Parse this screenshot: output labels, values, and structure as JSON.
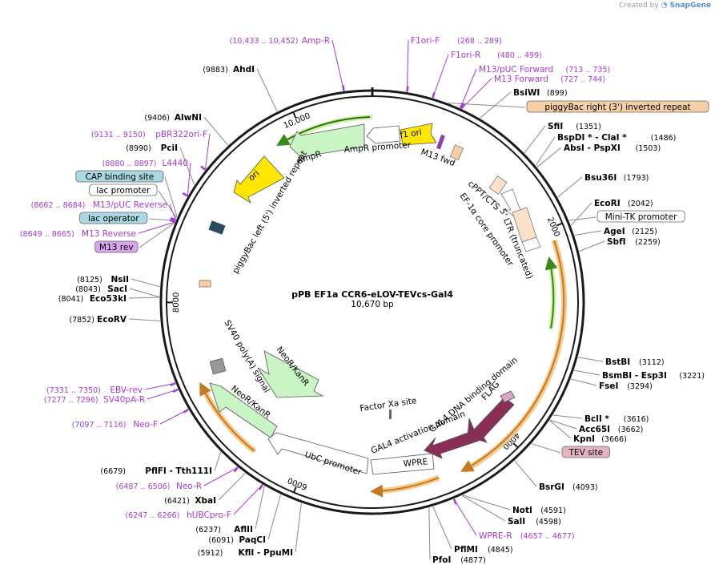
{
  "credit": {
    "prefix": "Created by",
    "brand": "SnapGene"
  },
  "plasmid": {
    "name": "pPB EF1a CCR6-eLOV-TEVcs-Gal4",
    "length_label": "10,670 bp",
    "length": 10670
  },
  "ticks": [
    {
      "bp": 2000,
      "label": "2000"
    },
    {
      "bp": 4000,
      "label": "4000"
    },
    {
      "bp": 6000,
      "label": "6000"
    },
    {
      "bp": 8000,
      "label": "8000"
    },
    {
      "bp": 10000,
      "label": "10,000"
    }
  ],
  "sites": [
    {
      "id": "ahdi",
      "name": "AhdI",
      "coord": "(9883)"
    },
    {
      "id": "alwni",
      "name": "AlwNI",
      "coord": "(9406)"
    },
    {
      "id": "pcii",
      "name": "PciI",
      "coord": "(8990)"
    },
    {
      "id": "nsii",
      "name": "NsiI",
      "coord": "(8125)"
    },
    {
      "id": "saci",
      "name": "SacI",
      "coord": "(8043)"
    },
    {
      "id": "eco53ki",
      "name": "Eco53kI",
      "coord": "(8041)"
    },
    {
      "id": "ecorv",
      "name": "EcoRV",
      "coord": "(7852)"
    },
    {
      "id": "pflfi",
      "name": "PflFI - Tth111I",
      "coord": "(6679)"
    },
    {
      "id": "xbai",
      "name": "XbaI",
      "coord": "(6421)"
    },
    {
      "id": "aflii",
      "name": "AflII",
      "coord": "(6237)"
    },
    {
      "id": "paqci",
      "name": "PaqCI",
      "coord": "(6091)"
    },
    {
      "id": "kfli",
      "name": "KflI - PpuMI",
      "coord": "(5912)"
    },
    {
      "id": "bsiwi",
      "name": "BsiWI",
      "coord": "(899)"
    },
    {
      "id": "sfii",
      "name": "SfiI",
      "coord": "(1351)"
    },
    {
      "id": "bspdi",
      "name": "BspDI * - ClaI *",
      "coord": "(1486)"
    },
    {
      "id": "absi",
      "name": "AbsI - PspXI",
      "coord": "(1503)"
    },
    {
      "id": "bsu36i",
      "name": "Bsu36I",
      "coord": "(1793)"
    },
    {
      "id": "ecori",
      "name": "EcoRI",
      "coord": "(2042)"
    },
    {
      "id": "agei",
      "name": "AgeI",
      "coord": "(2125)"
    },
    {
      "id": "sbfi",
      "name": "SbfI",
      "coord": "(2259)"
    },
    {
      "id": "bstbi",
      "name": "BstBI",
      "coord": "(3112)"
    },
    {
      "id": "bsmbi",
      "name": "BsmBI - Esp3I",
      "coord": "(3221)"
    },
    {
      "id": "fsei",
      "name": "FseI",
      "coord": "(3294)"
    },
    {
      "id": "bcli",
      "name": "BclI *",
      "coord": "(3616)"
    },
    {
      "id": "acc65i",
      "name": "Acc65I",
      "coord": "(3662)"
    },
    {
      "id": "kpni",
      "name": "KpnI",
      "coord": "(3666)"
    },
    {
      "id": "bsrgi",
      "name": "BsrGI",
      "coord": "(4093)"
    },
    {
      "id": "noti",
      "name": "NotI",
      "coord": "(4591)"
    },
    {
      "id": "sali",
      "name": "SalI",
      "coord": "(4598)"
    },
    {
      "id": "pflmi",
      "name": "PflMI",
      "coord": "(4845)"
    },
    {
      "id": "pfoi",
      "name": "PfoI",
      "coord": "(4877)"
    }
  ],
  "primers": [
    {
      "id": "ampr-primer",
      "name": "Amp-R",
      "coord": "(10,433 .. 10,452)"
    },
    {
      "id": "f1ori-f",
      "name": "F1ori-F",
      "coord": "(268 .. 289)"
    },
    {
      "id": "f1ori-r",
      "name": "F1ori-R",
      "coord": "(480 .. 499)"
    },
    {
      "id": "m13puc-fwd",
      "name": "M13/pUC Forward",
      "coord": "(713 .. 735)"
    },
    {
      "id": "m13-fwd",
      "name": "M13 Forward",
      "coord": "(727 .. 744)"
    },
    {
      "id": "pbr322",
      "name": "pBR322ori-F",
      "coord": "(9131 .. 9150)"
    },
    {
      "id": "l4440",
      "name": "L4440",
      "coord": "(8880 .. 8897)"
    },
    {
      "id": "m13puc-rev",
      "name": "M13/pUC Reverse",
      "coord": "(8662 .. 8684)"
    },
    {
      "id": "m13-rev-primer",
      "name": "M13 Reverse",
      "coord": "(8649 .. 8665)"
    },
    {
      "id": "ebv-rev",
      "name": "EBV-rev",
      "coord": "(7331 .. 7350)"
    },
    {
      "id": "sv40pa-r",
      "name": "SV40pA-R",
      "coord": "(7277 .. 7296)"
    },
    {
      "id": "neo-f",
      "name": "Neo-F",
      "coord": "(7097 .. 7116)"
    },
    {
      "id": "neo-r",
      "name": "Neo-R",
      "coord": "(6487 .. 6506)"
    },
    {
      "id": "hubcpro-f",
      "name": "hUBCpro-F",
      "coord": "(6247 .. 6266)"
    },
    {
      "id": "wpre-r",
      "name": "WPRE-R",
      "coord": "(4657 .. 4677)"
    }
  ],
  "boxed_features": [
    {
      "id": "piggybac-right",
      "name": "piggyBac right (3') inverted repeat",
      "fill": "#f7cfa7"
    },
    {
      "id": "mini-tk",
      "name": "Mini-TK promoter",
      "fill": "#ffffff"
    },
    {
      "id": "tev-site",
      "name": "TEV site",
      "fill": "#e3b5c1"
    },
    {
      "id": "cap-binding",
      "name": "CAP binding site",
      "fill": "#a9d7e2"
    },
    {
      "id": "lac-promoter",
      "name": "lac promoter",
      "fill": "#ffffff"
    },
    {
      "id": "lac-operator",
      "name": "lac operator",
      "fill": "#a9d7e2"
    },
    {
      "id": "m13-rev-box",
      "name": "M13 rev",
      "fill": "#d7a6ee"
    }
  ],
  "features": {
    "f1_ori": "f1 ori",
    "m13_fwd": "M13 fwd",
    "ampr_promoter": "AmpR promoter",
    "ampr": "AmpR",
    "ori": "ori",
    "piggybac_left": "piggyBac left (5') inverted repeat",
    "cppt": "cPPT/CTS",
    "ef1a": "EF-1α core promoter",
    "ltr": "5' LTR (truncated)",
    "sv40": "SV40 poly(A) signal",
    "neor1": "NeoR/KanR",
    "neor2": "NeoR/KanR",
    "factor_xa": "Factor Xa site",
    "gal4_dbd": "GAL4 DNA binding domain",
    "flag": "FLAG",
    "gal4_ad": "GAL4 activation domain",
    "wpre": "WPRE",
    "ubc": "UbC promoter"
  },
  "colors": {
    "backbone": "#1a1a1a",
    "primer": "#a23ad6",
    "orf_highlight": "#f6c98a",
    "orf_arrow": "#c57a1f",
    "green_arrow": "#3a8a1a",
    "ampr_fill": "#c9f5c4",
    "ori_fill": "#ffe600",
    "gal4_fill": "#8a2e55"
  }
}
